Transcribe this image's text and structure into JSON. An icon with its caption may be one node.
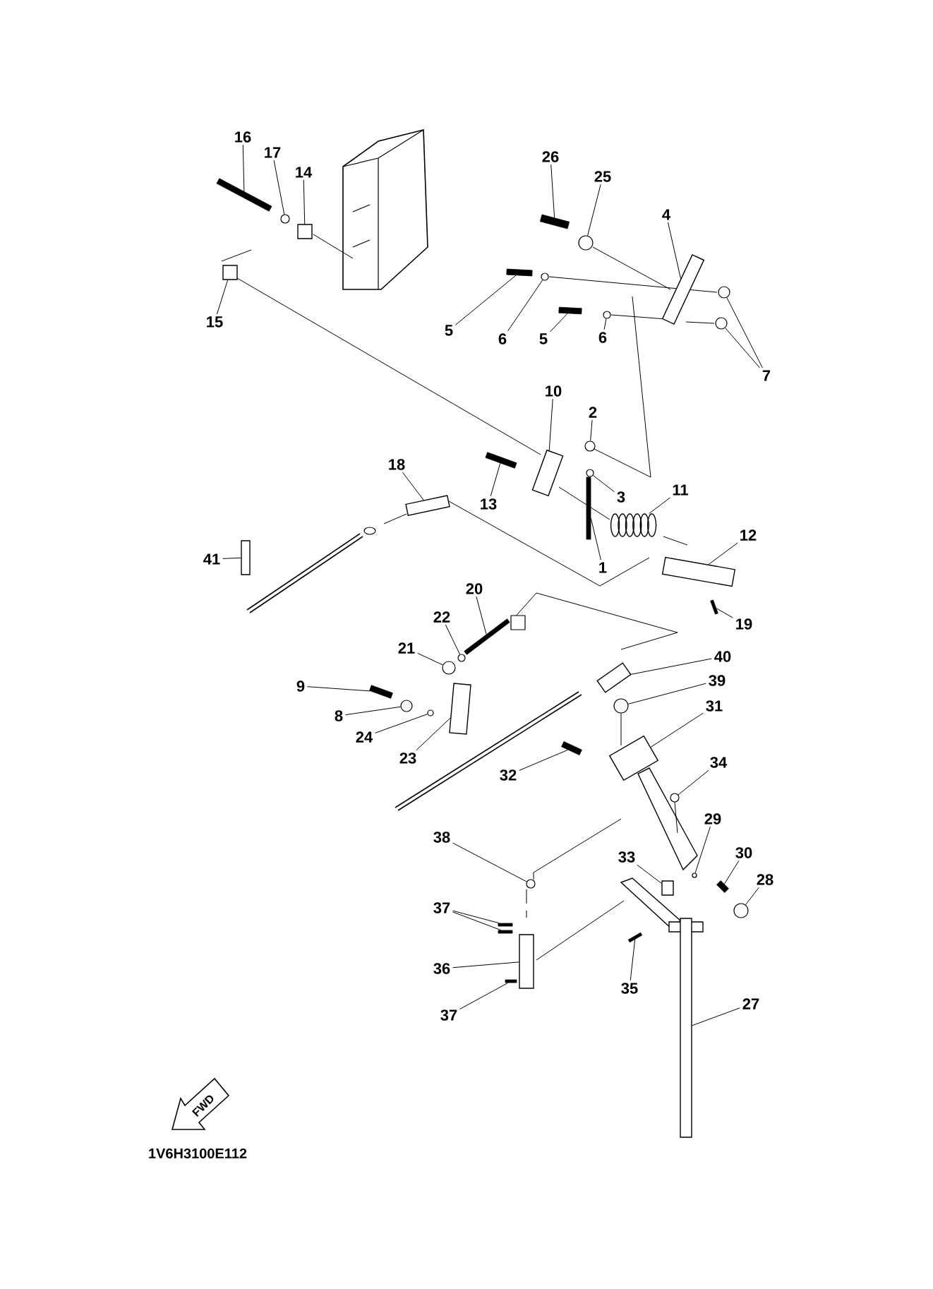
{
  "diagram": {
    "nodes": [
      {
        "text": [
          "16"
        ]
      },
      {
        "text": [
          "17"
        ]
      },
      {
        "text": [
          "14"
        ]
      },
      {
        "text": [
          "26"
        ]
      },
      {
        "text": [
          "25"
        ]
      },
      {
        "text": [
          "4"
        ]
      },
      {
        "text": [
          "5"
        ]
      },
      {
        "text": [
          "6"
        ]
      },
      {
        "text": [
          "5"
        ]
      },
      {
        "text": [
          "6"
        ]
      },
      {
        "text": [
          "7"
        ]
      },
      {
        "text": [
          "15"
        ]
      },
      {
        "text": [
          "10"
        ]
      },
      {
        "text": [
          "2"
        ]
      },
      {
        "text": [
          "18"
        ]
      },
      {
        "text": [
          "13"
        ]
      },
      {
        "text": [
          "3"
        ]
      },
      {
        "text": [
          "11"
        ]
      },
      {
        "text": [
          "41"
        ]
      },
      {
        "text": [
          "12"
        ]
      },
      {
        "text": [
          "1"
        ]
      },
      {
        "text": [
          "19"
        ]
      },
      {
        "text": [
          "20"
        ]
      },
      {
        "text": [
          "22"
        ]
      },
      {
        "text": [
          "21"
        ]
      },
      {
        "text": [
          "40"
        ]
      },
      {
        "text": [
          "39"
        ]
      },
      {
        "text": [
          "31"
        ]
      },
      {
        "text": [
          "9"
        ]
      },
      {
        "text": [
          "8"
        ]
      },
      {
        "text": [
          "24"
        ]
      },
      {
        "text": [
          "23"
        ]
      },
      {
        "text": [
          "32"
        ]
      },
      {
        "text": [
          "34"
        ]
      },
      {
        "text": [
          "29"
        ]
      },
      {
        "text": [
          "30"
        ]
      },
      {
        "text": [
          "28"
        ]
      },
      {
        "text": [
          "38"
        ]
      },
      {
        "text": [
          "33"
        ]
      },
      {
        "text": [
          "37"
        ]
      },
      {
        "text": [
          "36"
        ]
      },
      {
        "text": [
          "35"
        ]
      },
      {
        "text": [
          "37"
        ]
      },
      {
        "text": [
          "27"
        ]
      },
      {
        "text": [],
        "shape": "bar"
      },
      {
        "text": [],
        "shape": "circle"
      },
      {
        "text": [],
        "shape": "box"
      },
      {
        "text": [],
        "shape": "bar"
      },
      {
        "text": [],
        "shape": "circle"
      },
      {
        "text": [],
        "shape": "box"
      },
      {
        "text": [],
        "shape": "bar"
      },
      {
        "text": [],
        "shape": "circle"
      },
      {
        "text": [],
        "shape": "bar"
      },
      {
        "text": [],
        "shape": "circle"
      },
      {
        "text": [],
        "shape": "circle"
      },
      {
        "text": [],
        "shape": "circle"
      },
      {
        "text": [],
        "shape": "box"
      },
      {
        "text": [],
        "shape": "box"
      },
      {
        "text": [],
        "shape": "circle"
      },
      {
        "text": [],
        "shape": "box"
      },
      {
        "text": [],
        "shape": "bar"
      },
      {
        "text": [],
        "shape": "circle"
      },
      {
        "text": [],
        "shape": "spring"
      },
      {
        "text": [],
        "shape": "box"
      },
      {
        "text": [],
        "shape": "box"
      },
      {
        "text": [],
        "shape": "bar"
      },
      {
        "text": [],
        "shape": "bar"
      },
      {
        "text": [],
        "shape": "bar"
      },
      {
        "text": [],
        "shape": "circle"
      },
      {
        "text": [],
        "shape": "circle"
      },
      {
        "text": [],
        "shape": "box"
      },
      {
        "text": [],
        "shape": "circle"
      },
      {
        "text": [],
        "shape": "box"
      },
      {
        "text": [],
        "shape": "bar"
      },
      {
        "text": [],
        "shape": "circle"
      },
      {
        "text": [],
        "shape": "circle"
      },
      {
        "text": [],
        "shape": "box"
      },
      {
        "text": [],
        "shape": "bar"
      },
      {
        "text": [],
        "shape": "circle"
      },
      {
        "text": [],
        "shape": "circle"
      },
      {
        "text": [],
        "shape": "bar"
      },
      {
        "text": [],
        "shape": "circle"
      },
      {
        "text": [],
        "shape": "circle"
      },
      {
        "text": [],
        "shape": "box"
      },
      {
        "text": [],
        "shape": "bar"
      },
      {
        "text": [],
        "shape": "bar"
      },
      {
        "text": [],
        "shape": "box"
      },
      {
        "text": [],
        "shape": "bar"
      },
      {
        "text": [],
        "shape": "bar"
      },
      {
        "text": [],
        "shape": "box"
      },
      {
        "text": [
          "FWD"
        ]
      }
    ],
    "edges": [
      {
        "from": 0,
        "to": 44,
        "arrow": "none"
      },
      {
        "from": 1,
        "to": 45,
        "arrow": "none"
      },
      {
        "from": 2,
        "to": 46,
        "arrow": "none"
      },
      {
        "from": 3,
        "to": 47,
        "arrow": "none"
      },
      {
        "from": 4,
        "to": 48,
        "arrow": "none"
      },
      {
        "from": 5,
        "to": 49,
        "arrow": "none"
      },
      {
        "from": 6,
        "to": 50,
        "arrow": "none"
      },
      {
        "from": 7,
        "to": 51,
        "arrow": "none"
      },
      {
        "from": 8,
        "to": 52,
        "arrow": "none"
      },
      {
        "from": 9,
        "to": 53,
        "arrow": "none"
      },
      {
        "from": 10,
        "to": 54,
        "arrow": "none"
      },
      {
        "from": 10,
        "to": 55,
        "arrow": "none"
      },
      {
        "from": 11,
        "to": 56,
        "arrow": "none"
      },
      {
        "from": 12,
        "to": 57,
        "arrow": "none"
      },
      {
        "from": 13,
        "to": 58,
        "arrow": "none"
      },
      {
        "from": 14,
        "to": 59,
        "arrow": "none"
      },
      {
        "from": 15,
        "to": 60,
        "arrow": "none"
      },
      {
        "from": 16,
        "to": 61,
        "arrow": "none"
      },
      {
        "from": 17,
        "to": 62,
        "arrow": "none"
      },
      {
        "from": 18,
        "to": 63,
        "arrow": "none"
      },
      {
        "from": 19,
        "to": 64,
        "arrow": "none"
      },
      {
        "from": 20,
        "to": 65,
        "arrow": "none"
      },
      {
        "from": 21,
        "to": 66,
        "arrow": "none"
      },
      {
        "from": 22,
        "to": 67,
        "arrow": "none"
      },
      {
        "from": 23,
        "to": 68,
        "arrow": "none"
      },
      {
        "from": 24,
        "to": 69,
        "arrow": "none"
      },
      {
        "from": 25,
        "to": 70,
        "arrow": "none"
      },
      {
        "from": 26,
        "to": 71,
        "arrow": "none"
      },
      {
        "from": 27,
        "to": 72,
        "arrow": "none"
      },
      {
        "from": 28,
        "to": 73,
        "arrow": "none"
      },
      {
        "from": 29,
        "to": 74,
        "arrow": "none"
      },
      {
        "from": 30,
        "to": 75,
        "arrow": "none"
      },
      {
        "from": 31,
        "to": 76,
        "arrow": "none"
      },
      {
        "from": 32,
        "to": 77,
        "arrow": "none"
      },
      {
        "from": 33,
        "to": 78,
        "arrow": "none"
      },
      {
        "from": 34,
        "to": 79,
        "arrow": "none"
      },
      {
        "from": 35,
        "to": 80,
        "arrow": "none"
      },
      {
        "from": 36,
        "to": 81,
        "arrow": "none"
      },
      {
        "from": 37,
        "to": 82,
        "arrow": "none"
      },
      {
        "from": 38,
        "to": 83,
        "arrow": "none"
      },
      {
        "from": 39,
        "to": 84,
        "arrow": "none"
      },
      {
        "from": 39,
        "to": 85,
        "arrow": "none"
      },
      {
        "from": 40,
        "to": 86,
        "arrow": "none"
      },
      {
        "from": 41,
        "to": 87,
        "arrow": "none"
      },
      {
        "from": 42,
        "to": 88,
        "arrow": "none"
      },
      {
        "from": 43,
        "to": 89,
        "arrow": "none"
      }
    ],
    "labels": [
      "1V6H3100E112"
    ]
  }
}
